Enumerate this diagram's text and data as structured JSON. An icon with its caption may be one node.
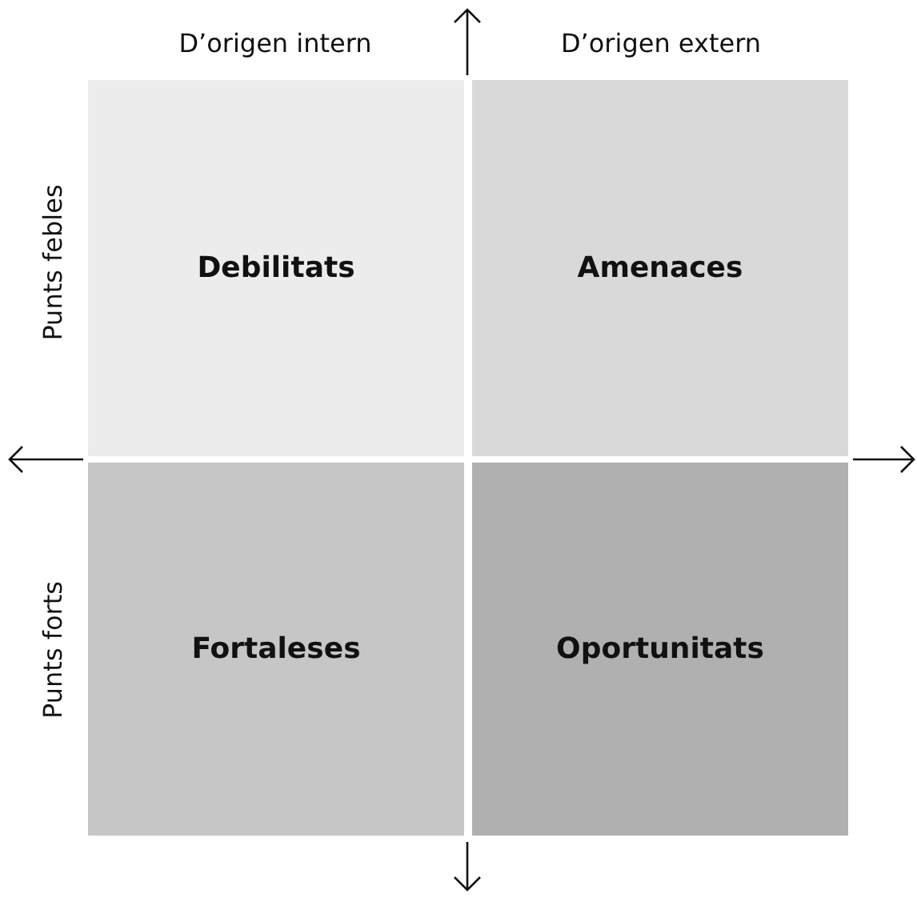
{
  "diagram": {
    "nodes": [
      {
        "text": [
          "Debilitats"
        ]
      },
      {
        "text": [
          "Amenaces"
        ]
      },
      {
        "text": [
          "Fortaleses"
        ]
      },
      {
        "text": [
          "Oportunitats"
        ]
      }
    ],
    "edges": [],
    "labels": [
      "D’origen intern",
      "D’origen extern",
      "Punts febles",
      "Punts forts"
    ]
  }
}
